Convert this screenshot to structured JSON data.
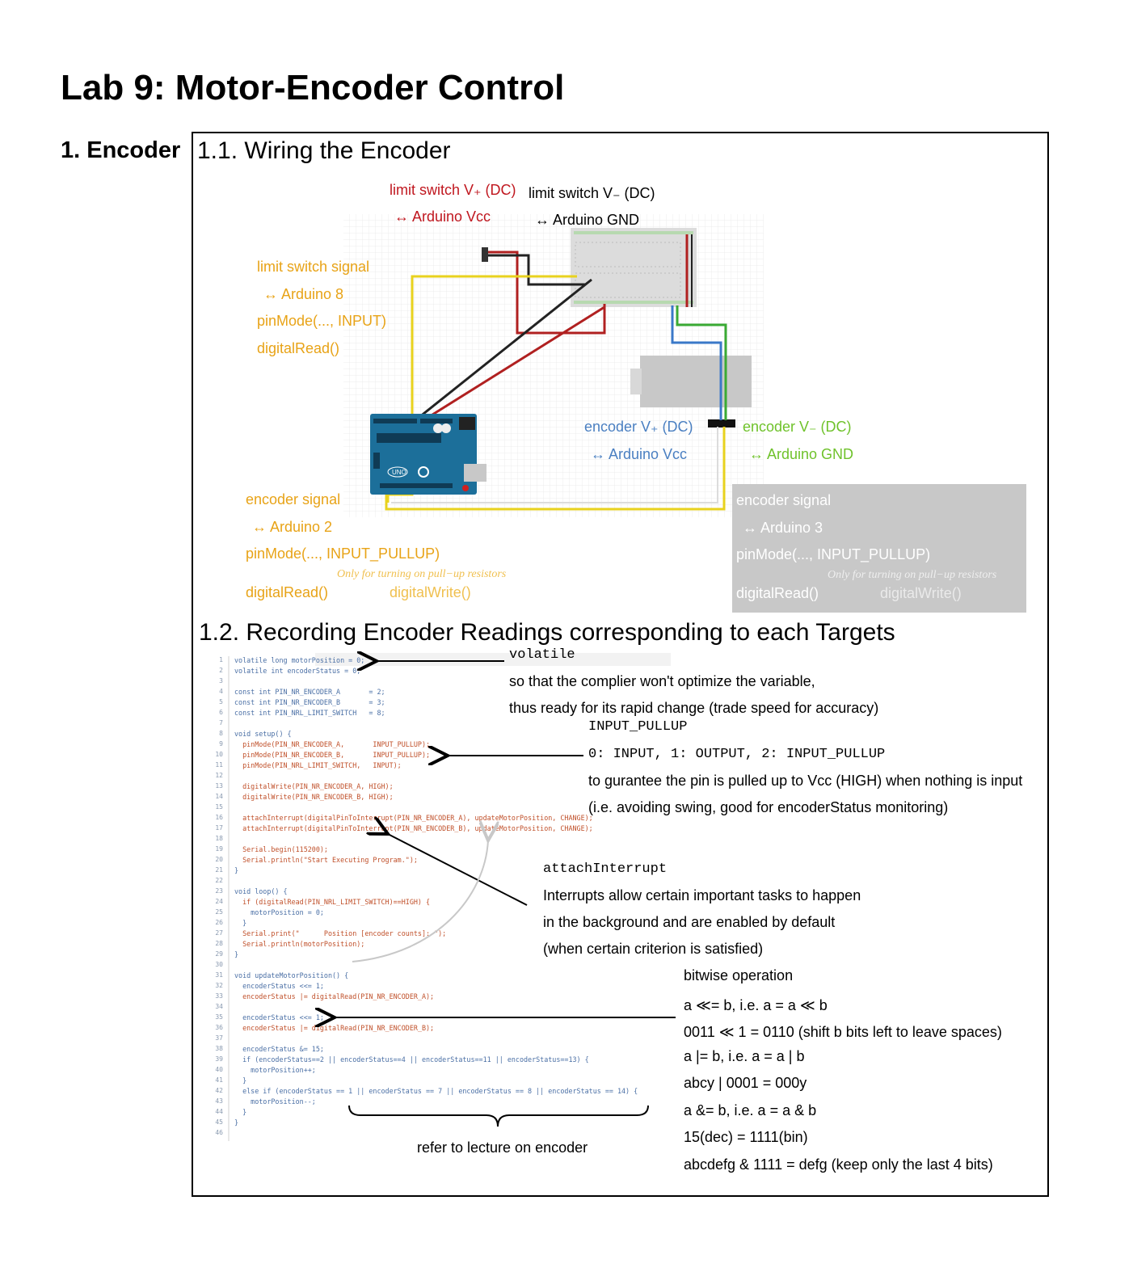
{
  "title": "Lab 9: Motor-Encoder Control",
  "section": "1. Encoder",
  "sub1": "1.1. Wiring the Encoder",
  "sub2": "1.2. Recording Encoder Readings corresponding to each Targets",
  "wiring": {
    "ls_vplus": "limit switch V₊ (DC)",
    "ls_vplus_conn": "↔  Arduino Vcc",
    "ls_vminus": "limit switch V₋ (DC)",
    "ls_vminus_conn": "↔  Arduino GND",
    "ls_signal": "limit switch signal",
    "ls_signal_conn": "↔ Arduino 8",
    "ls_pinmode": "pinMode(..., INPUT)",
    "ls_read": "digitalRead()",
    "enc_vplus": "encoder V₊ (DC)",
    "enc_vplus_conn": "↔  Arduino Vcc",
    "enc_vminus": "encoder V₋ (DC)",
    "enc_vminus_conn": "↔  Arduino GND",
    "enc_sigA": "encoder signal",
    "enc_sigA_conn": "↔ Arduino 2",
    "enc_sigA_pinmode": "pinMode(..., INPUT_PULLUP)",
    "enc_sigA_note": "Only for turning on pull−up resistors",
    "enc_sigA_read": "digitalRead()",
    "enc_sigA_write": "digitalWrite()",
    "enc_sigB": "encoder signal",
    "enc_sigB_conn": "↔ Arduino  3",
    "enc_sigB_pinmode": "pinMode(..., INPUT_PULLUP)",
    "enc_sigB_note": "Only for turning on pull−up resistors",
    "enc_sigB_read": "digitalRead()",
    "enc_sigB_write": "digitalWrite()",
    "board_label": "UNO"
  },
  "code_lines": [
    "volatile long motorPosition = 0;",
    "volatile int encoderStatus = 0;",
    "",
    "const int PIN_NR_ENCODER_A       = 2;",
    "const int PIN_NR_ENCODER_B       = 3;",
    "const int PIN_NRL_LIMIT_SWITCH   = 8;",
    "",
    "void setup() {",
    "  pinMode(PIN_NR_ENCODER_A,       INPUT_PULLUP);",
    "  pinMode(PIN_NR_ENCODER_B,       INPUT_PULLUP);",
    "  pinMode(PIN_NRL_LIMIT_SWITCH,   INPUT);",
    "",
    "  digitalWrite(PIN_NR_ENCODER_A, HIGH);",
    "  digitalWrite(PIN_NR_ENCODER_B, HIGH);",
    "",
    "  attachInterrupt(digitalPinToInterrupt(PIN_NR_ENCODER_A), updateMotorPosition, CHANGE);",
    "  attachInterrupt(digitalPinToInterrupt(PIN_NR_ENCODER_B), updateMotorPosition, CHANGE);",
    "",
    "  Serial.begin(115200);",
    "  Serial.println(\"Start Executing Program.\");",
    "}",
    "",
    "void loop() {",
    "  if (digitalRead(PIN_NRL_LIMIT_SWITCH)==HIGH) {",
    "    motorPosition = 0;",
    "  }",
    "  Serial.print(\"      Position [encoder counts]: \");",
    "  Serial.println(motorPosition);",
    "}",
    "",
    "void updateMotorPosition() {",
    "  encoderStatus <<= 1;",
    "  encoderStatus |= digitalRead(PIN_NR_ENCODER_A);",
    "",
    "  encoderStatus <<= 1;",
    "  encoderStatus |= digitalRead(PIN_NR_ENCODER_B);",
    "",
    "  encoderStatus &= 15;",
    "  if (encoderStatus==2 || encoderStatus==4 || encoderStatus==11 || encoderStatus==13) {",
    "    motorPosition++;",
    "  }",
    "  else if (encoderStatus == 1 || encoderStatus == 7 || encoderStatus == 8 || encoderStatus == 14) {",
    "    motorPosition--;",
    "  }",
    "}",
    ""
  ],
  "notes": {
    "volatile_kw": "volatile",
    "volatile_1": "so that the complier won't optimize the variable,",
    "volatile_2": "thus ready for its rapid change (trade speed for accuracy)",
    "pullup_kw": "INPUT_PULLUP",
    "pullup_codes": "0: INPUT, 1: OUTPUT, 2: INPUT_PULLUP",
    "pullup_1": "to gurantee the pin is pulled up to Vcc (HIGH) when nothing is input",
    "pullup_2": "(i.e. avoiding swing, good for encoderStatus monitoring)",
    "attach_kw": "attachInterrupt",
    "attach_1": "Interrupts allow certain important tasks to happen",
    "attach_2": "in the background and are enabled by default",
    "attach_3": "(when certain criterion is satisfied)",
    "bit_title": "bitwise operation",
    "bit_1": "a ≪= b, i.e. a = a ≪ b",
    "bit_2": "0011 ≪ 1 = 0110 (shift b bits left to leave spaces)",
    "bit_3": "a |= b, i.e. a = a | b",
    "bit_4": "abcy | 0001 = 000y",
    "bit_5": "a &= b, i.e. a = a & b",
    "bit_6": "15(dec) = 1111(bin)",
    "bit_7": "abcdefg & 1111 = defg (keep only the last 4 bits)",
    "lecture_ref": "refer to lecture on encoder"
  }
}
